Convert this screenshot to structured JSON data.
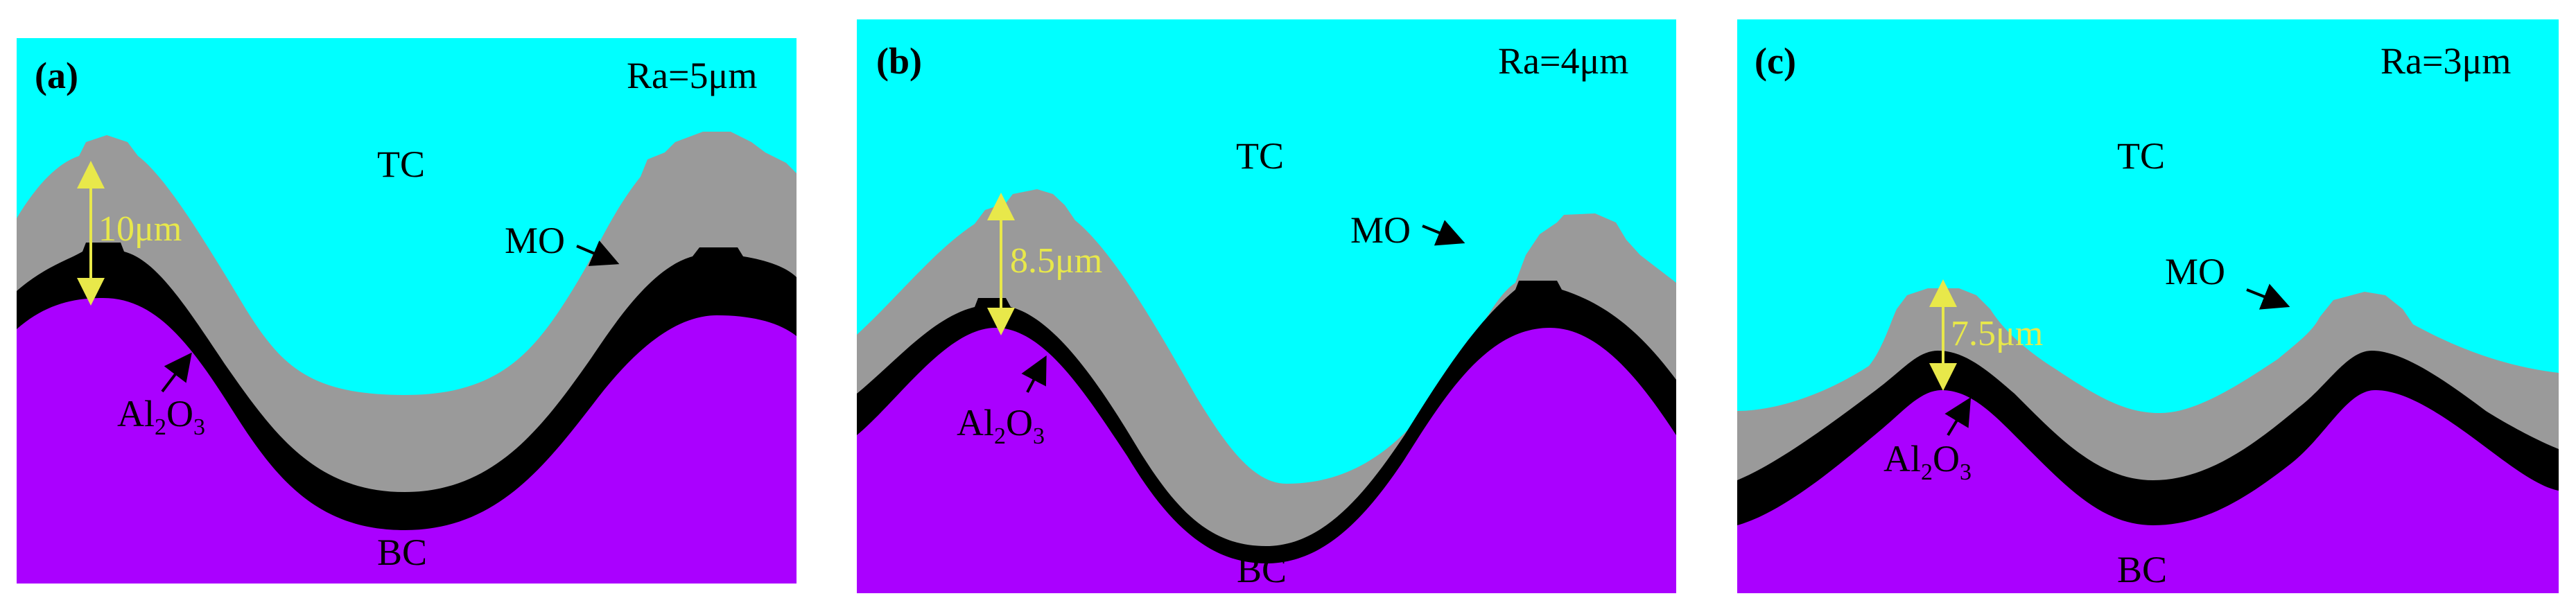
{
  "colors": {
    "tc": "#00ffff",
    "mo": "#9a9a9a",
    "al2o3": "#000000",
    "bc": "#aa00ff",
    "dimension": "#e8e84a",
    "arrow": "#000000"
  },
  "panels": [
    {
      "id": "a",
      "tag": "(a)",
      "roughness": "Ra=5μm",
      "layers": {
        "tc": "TC",
        "mo": "MO",
        "bc": "BC",
        "al": "Al",
        "al_sub1": "2",
        "o": "O",
        "o_sub": "3"
      },
      "thickness": "10μm"
    },
    {
      "id": "b",
      "tag": "(b)",
      "roughness": "Ra=4μm",
      "layers": {
        "tc": "TC",
        "mo": "MO",
        "bc": "BC",
        "al": "Al",
        "al_sub1": "2",
        "o": "O",
        "o_sub": "3"
      },
      "thickness": "8.5μm"
    },
    {
      "id": "c",
      "tag": "(c)",
      "roughness": "Ra=3μm",
      "layers": {
        "tc": "TC",
        "mo": "MO",
        "bc": "BC",
        "al": "Al",
        "al_sub1": "2",
        "o": "O",
        "o_sub": "3"
      },
      "thickness": "7.5μm"
    }
  ]
}
